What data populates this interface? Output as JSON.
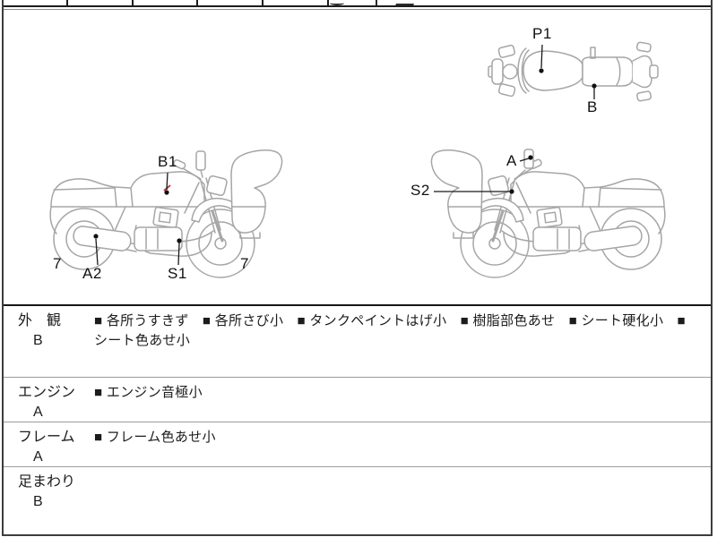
{
  "document_type": "motorcycle-inspection-sheet",
  "colors": {
    "line_art_gray": "#a6a6a6",
    "frame_border_dark": "#3d3d3d",
    "pointer_black": "#1a1a1a",
    "check_mark_red": "#c43c3c"
  },
  "diagrams": {
    "top_view": {
      "label_p1": "P1",
      "label_b": "B"
    },
    "left_side_view": {
      "label_b1": "B1",
      "label_a2": "A2",
      "label_s1": "S1",
      "label_seven_left": "7",
      "label_seven_right": "7"
    },
    "right_side_view": {
      "label_s2": "S2",
      "label_a": "A"
    }
  },
  "condition_table": {
    "rows": [
      {
        "category": "外　観",
        "grade": "B",
        "notes": "■ 各所うすきず　■ 各所さび小　■ タンクペイントはげ小　■ 樹脂部色あせ　■ シート硬化小　■ シート色あせ小"
      },
      {
        "category": "エンジン",
        "grade": "A",
        "notes": "■ エンジン音極小"
      },
      {
        "category": "フレーム",
        "grade": "A",
        "notes": "■ フレーム色あせ小"
      },
      {
        "category": "足まわり",
        "grade": "B",
        "notes": ""
      }
    ]
  }
}
